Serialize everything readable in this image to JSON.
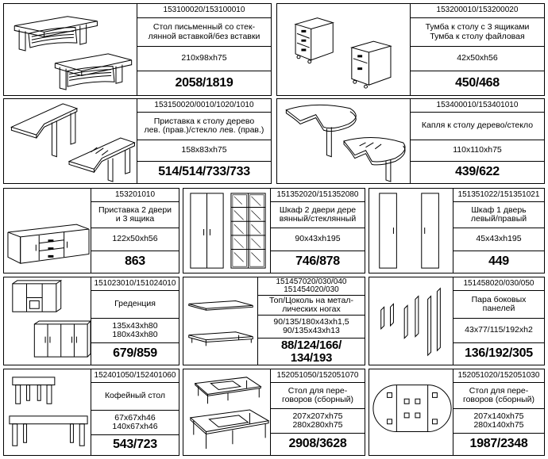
{
  "products": [
    {
      "code": "153100020/153100010",
      "name": "Стол письменный со стек-\nлянной вставкой/без вставки",
      "dims": "210x98xh75",
      "price": "2058/1819"
    },
    {
      "code": "153200010/153200020",
      "name": "Тумба к столу с 3 ящиками\nТумба к столу файловая",
      "dims": "42x50xh56",
      "price": "450/468"
    },
    {
      "code": "153150020/0010/1020/1010",
      "name": "Приставка к столу дерево\nлев. (прав.)/стекло лев. (прав.)",
      "dims": "158x83xh75",
      "price": "514/514/733/733"
    },
    {
      "code": "153400010/153401010",
      "name": "Капля к столу дерево/стекло",
      "dims": "110x110xh75",
      "price": "439/622"
    },
    {
      "code": "153201010",
      "name": "Приставка 2 двери\nи 3 ящика",
      "dims": "122x50xh56",
      "price": "863"
    },
    {
      "code": "151352020/151352080",
      "name": "Шкаф 2 двери дере\nвянный/стеклянный",
      "dims": "90x43xh195",
      "price": "746/878"
    },
    {
      "code": "151351022/151351021",
      "name": "Шкаф 1 дверь\nлевый/правый",
      "dims": "45x43xh195",
      "price": "449"
    },
    {
      "code": "151023010/151024010",
      "name": "Греденция",
      "dims": "135x43xh80\n180x43xh80",
      "price": "679/859"
    },
    {
      "code": "151457020/030/040\n151454020/030",
      "name": "Топ/Цоколь на метал-\nлических ногах",
      "dims": "90/135/180x43xh1,5\n90/135x43xh13",
      "price": "88/124/166/\n134/193"
    },
    {
      "code": "151458020/030/050",
      "name": "Пара боковых\nпанелей",
      "dims": "43x77/115/192xh2",
      "price": "136/192/305"
    },
    {
      "code": "152401050/152401060",
      "name": "Кофейный стол",
      "dims": "67x67xh46\n140x67xh46",
      "price": "543/723"
    },
    {
      "code": "152051050/152051070",
      "name": "Стол для пере-\nговоров (сборный)",
      "dims": "207x207xh75\n280x280xh75",
      "price": "2908/3628"
    },
    {
      "code": "152051020/152051030",
      "name": "Стол для пере-\nговоров (сборный)",
      "dims": "207x140xh75\n280x140xh75",
      "price": "1987/2348"
    }
  ],
  "icons": [
    "desk-icon",
    "drawer-pedestal-icon",
    "desk-extension-icon",
    "drop-table-icon",
    "sideboard-icon",
    "wardrobe-double-icon",
    "wardrobe-single-icon",
    "credenza-icon",
    "top-plinth-icon",
    "side-panels-icon",
    "coffee-table-icon",
    "meeting-table-square-icon",
    "meeting-table-oval-icon"
  ]
}
